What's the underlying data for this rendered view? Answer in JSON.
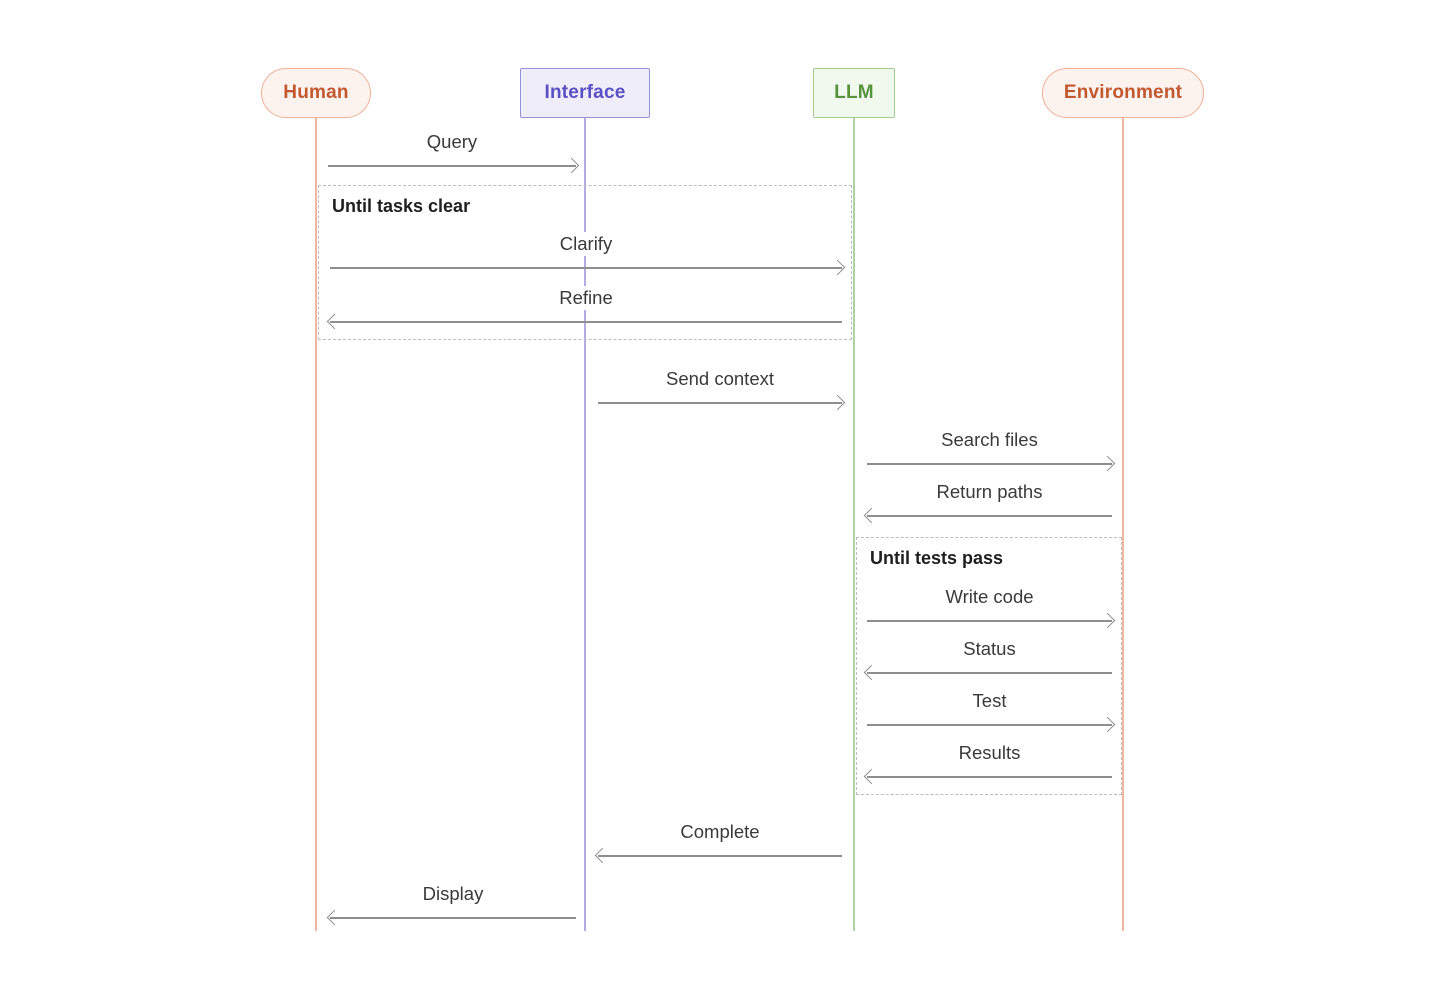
{
  "diagram": {
    "type": "sequence-diagram",
    "actors": [
      {
        "name": "Human",
        "shape": "pill",
        "theme": "orange"
      },
      {
        "name": "Interface",
        "shape": "rect",
        "theme": "purple"
      },
      {
        "name": "LLM",
        "shape": "rect",
        "theme": "green"
      },
      {
        "name": "Environment",
        "shape": "pill",
        "theme": "orange"
      }
    ],
    "loops": [
      {
        "title": "Until tasks clear",
        "spans": [
          "Human",
          "LLM"
        ]
      },
      {
        "title": "Until tests pass",
        "spans": [
          "LLM",
          "Environment"
        ]
      }
    ],
    "messages": [
      {
        "label": "Query",
        "from": "Human",
        "to": "Interface",
        "direction": "right"
      },
      {
        "label": "Clarify",
        "from": "Human",
        "to": "LLM",
        "direction": "right"
      },
      {
        "label": "Refine",
        "from": "LLM",
        "to": "Human",
        "direction": "left"
      },
      {
        "label": "Send context",
        "from": "Interface",
        "to": "LLM",
        "direction": "right"
      },
      {
        "label": "Search files",
        "from": "LLM",
        "to": "Environment",
        "direction": "right"
      },
      {
        "label": "Return paths",
        "from": "Environment",
        "to": "LLM",
        "direction": "left"
      },
      {
        "label": "Write code",
        "from": "LLM",
        "to": "Environment",
        "direction": "right"
      },
      {
        "label": "Status",
        "from": "Environment",
        "to": "LLM",
        "direction": "left"
      },
      {
        "label": "Test",
        "from": "LLM",
        "to": "Environment",
        "direction": "right"
      },
      {
        "label": "Results",
        "from": "Environment",
        "to": "LLM",
        "direction": "left"
      },
      {
        "label": "Complete",
        "from": "LLM",
        "to": "Interface",
        "direction": "left"
      },
      {
        "label": "Display",
        "from": "Interface",
        "to": "Human",
        "direction": "left"
      }
    ]
  },
  "theme": {
    "colors": {
      "orange-text": "#c2582f",
      "orange-border": "#f0b096",
      "orange-bg": "#fdf3ee",
      "purple-text": "#5a50c4",
      "purple-border": "#9790dc",
      "purple-bg": "#efedfa",
      "green-text": "#57933d",
      "green-border": "#a3cc92",
      "green-bg": "#f1f8ed",
      "arrow": "#8e8e8e",
      "label": "#3a3a3a",
      "loop-border": "#bdbdbd",
      "loop-title": "#1f1f1f",
      "lifeline-orange": "#eeb5a1",
      "lifeline-purple": "#b3ace2",
      "lifeline-green": "#aed2a0"
    }
  }
}
